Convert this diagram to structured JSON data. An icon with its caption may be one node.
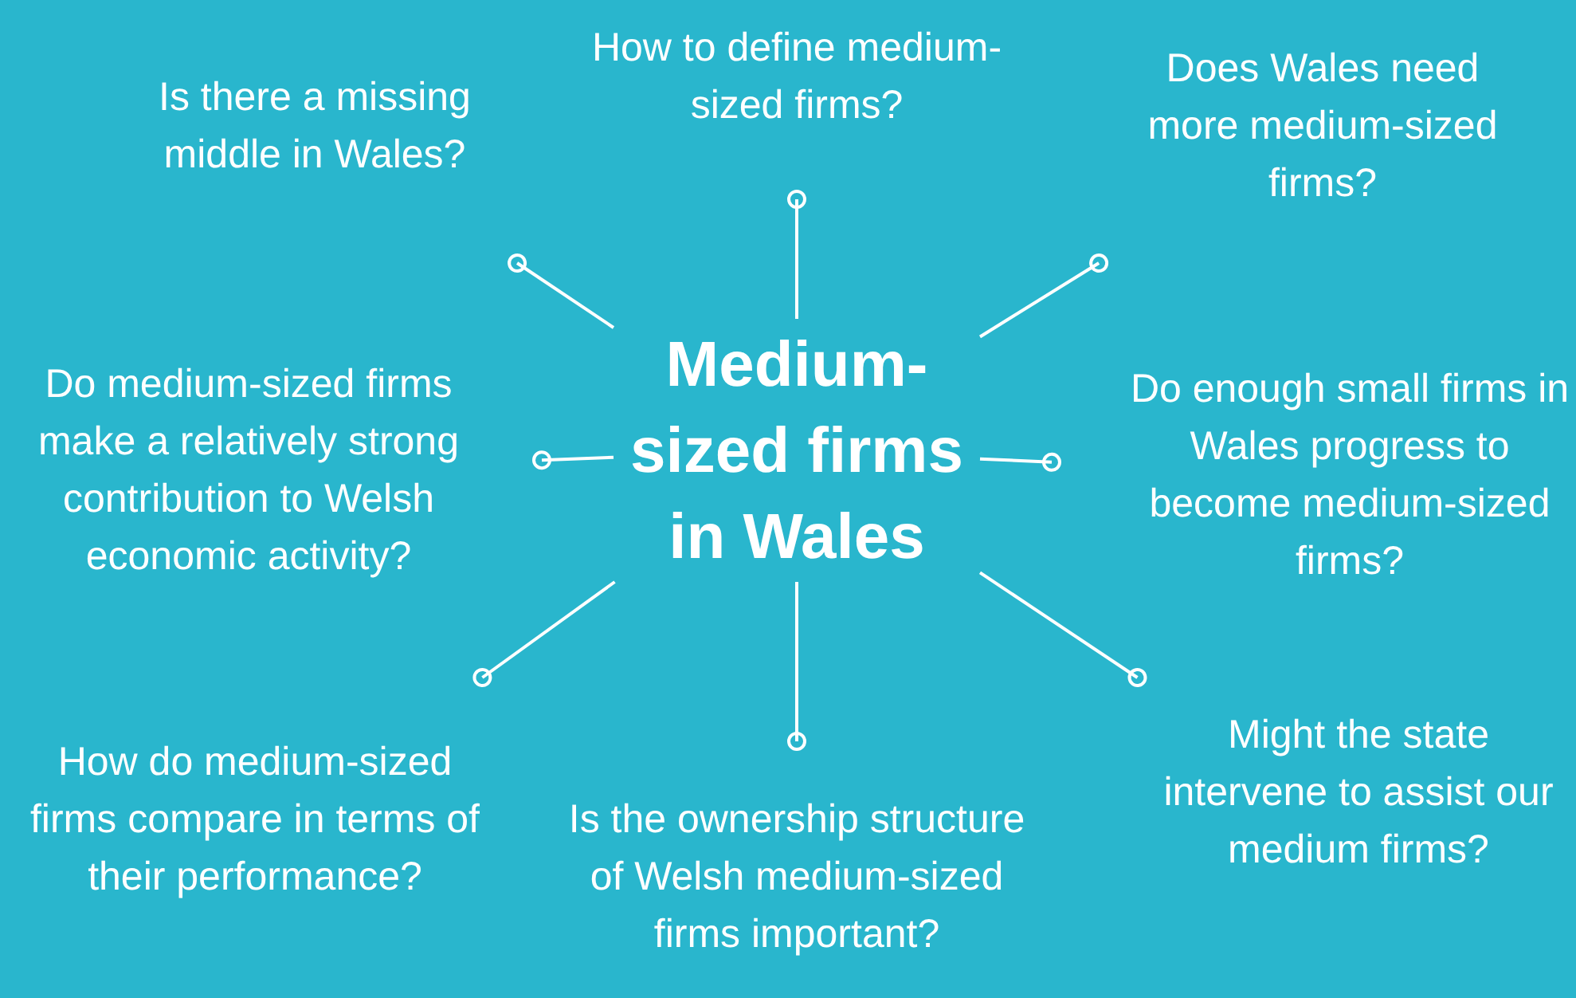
{
  "diagram": {
    "nodes": [
      {
        "text": [
          "Medium-sized firms in Wales"
        ]
      },
      {
        "text": [
          "Is there a missing middle in Wales?"
        ]
      },
      {
        "text": [
          "How to define medium-sized firms?"
        ]
      },
      {
        "text": [
          "Does Wales need more medium-sized firms?"
        ]
      },
      {
        "text": [
          "Do medium-sized firms make a relatively strong contribution to Welsh economic activity?"
        ]
      },
      {
        "text": [
          "Do enough small firms in Wales progress to become medium-sized firms?"
        ]
      },
      {
        "text": [
          "How do medium-sized firms compare in terms of their performance?"
        ]
      },
      {
        "text": [
          "Is the ownership structure of Welsh medium-sized firms important?"
        ]
      },
      {
        "text": [
          "Might the state intervene to assist our medium firms?"
        ]
      }
    ],
    "edges": [
      {
        "from": 0,
        "to": 1,
        "arrow": "other"
      },
      {
        "from": 0,
        "to": 2,
        "arrow": "other"
      },
      {
        "from": 0,
        "to": 3,
        "arrow": "other"
      },
      {
        "from": 0,
        "to": 4,
        "arrow": "other"
      },
      {
        "from": 0,
        "to": 5,
        "arrow": "other"
      },
      {
        "from": 0,
        "to": 6,
        "arrow": "other"
      },
      {
        "from": 0,
        "to": 7,
        "arrow": "other"
      },
      {
        "from": 0,
        "to": 8,
        "arrow": "other"
      }
    ]
  }
}
